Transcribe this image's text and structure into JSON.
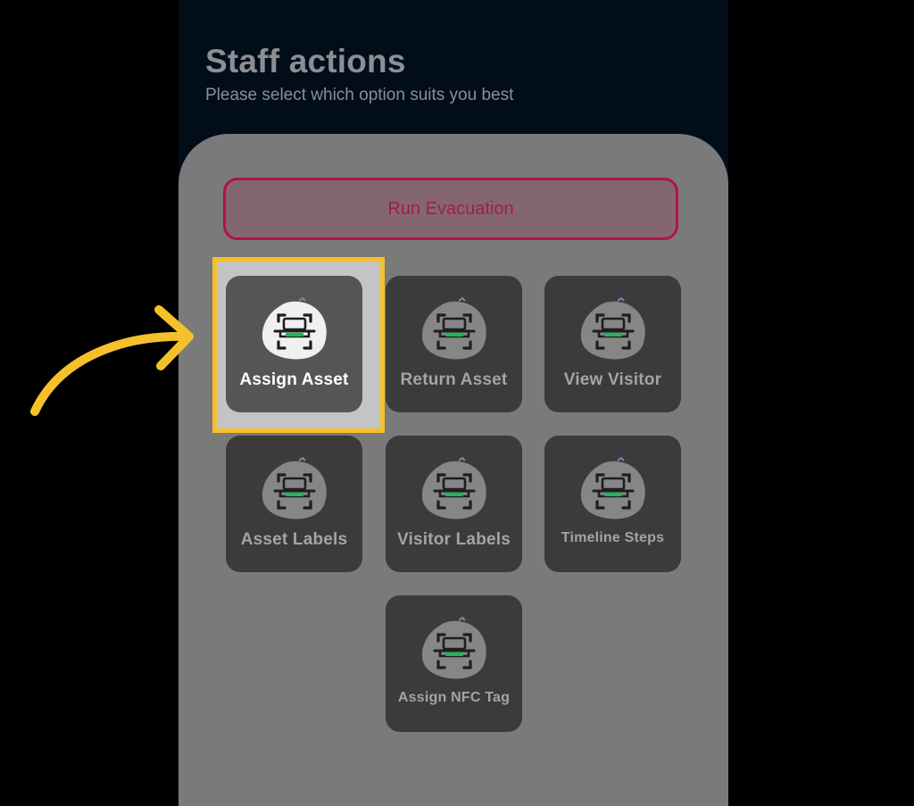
{
  "header": {
    "title": "Staff actions",
    "subtitle": "Please select which option suits you best"
  },
  "evacuation": {
    "label": "Run Evacuation"
  },
  "actions": [
    {
      "label": "Assign Asset",
      "icon": "scan-bag-icon",
      "highlighted": true
    },
    {
      "label": "Return Asset",
      "icon": "scan-bag-icon"
    },
    {
      "label": "View Visitor",
      "icon": "scan-bag-icon"
    },
    {
      "label": "Asset Labels",
      "icon": "scan-bag-icon"
    },
    {
      "label": "Visitor Labels",
      "icon": "scan-bag-icon"
    },
    {
      "label": "Timeline Steps",
      "icon": "scan-bag-icon"
    },
    {
      "label": "Assign NFC Tag",
      "icon": "scan-bag-icon"
    }
  ],
  "colors": {
    "highlight": "#f5c12a",
    "evacuation_border": "#b0134a",
    "scan_line": "#1db954"
  }
}
